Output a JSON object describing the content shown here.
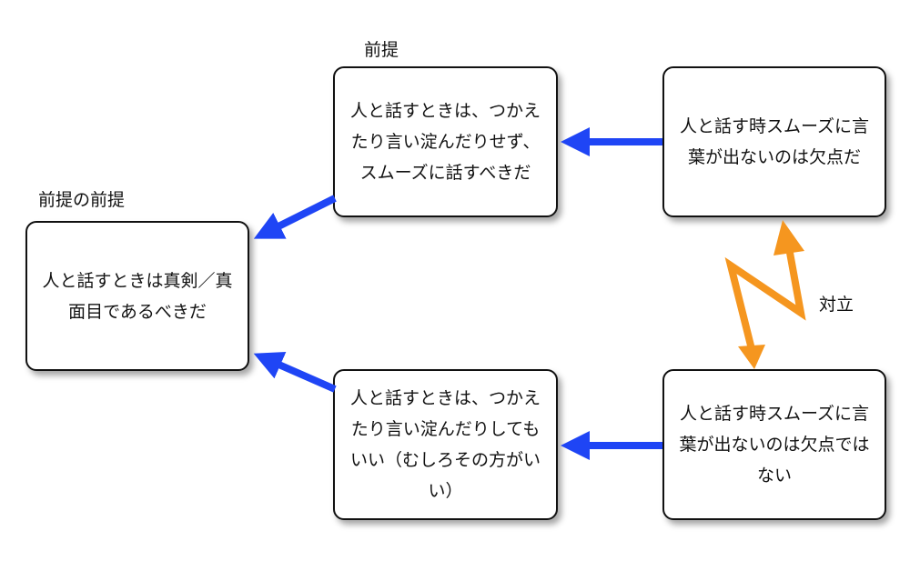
{
  "labels": {
    "premise": "前提",
    "premise_of_premise": "前提の前提",
    "opposition": "対立"
  },
  "nodes": {
    "base": "人と話すときは真剣／真面目であるべきだ",
    "premise_top": "人と話すときは、つかえたり言い淀んだりせず、スムーズに話すべきだ",
    "premise_bottom": "人と話すときは、つかえたり言い淀んだりしてもいい（むしろその方がいい）",
    "belief_top": "人と話す時スムーズに言葉が出ないのは欠点だ",
    "belief_bottom": "人と話す時スムーズに言葉が出ないのは欠点ではない"
  },
  "colors": {
    "arrow": "#1f45f5",
    "opposition": "#f5961f"
  }
}
